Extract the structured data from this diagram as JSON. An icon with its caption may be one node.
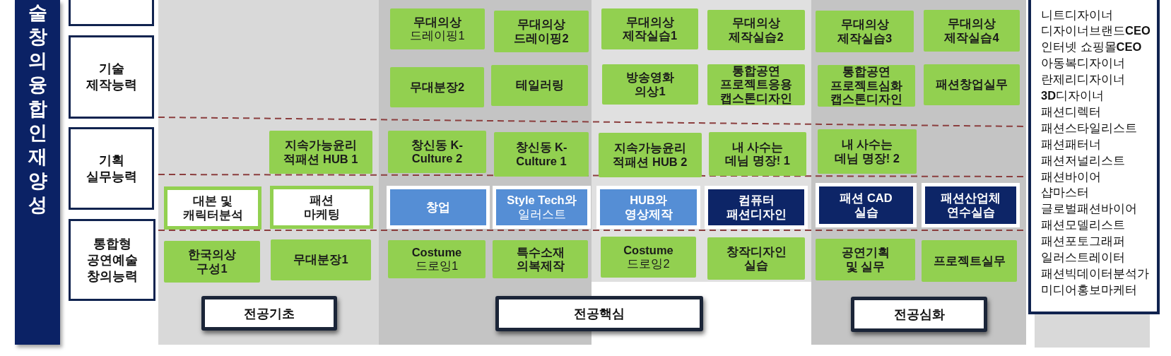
{
  "diagram": {
    "nodes": [
      {
        "text": [
          "술창의융합인재양성"
        ]
      },
      {
        "text": [],
        "shape": "box"
      },
      {
        "text": [
          "기술 제작능력"
        ]
      },
      {
        "text": [
          "기획 실무능력"
        ]
      },
      {
        "text": [
          "통합형 공연예술 창의능력"
        ]
      },
      {
        "text": [],
        "shape": "box"
      },
      {
        "text": [],
        "shape": "box"
      },
      {
        "text": [],
        "shape": "box"
      },
      {
        "text": [],
        "shape": "box"
      },
      {
        "text": [],
        "shape": "box"
      },
      {
        "text": [
          "**무대의상** 드레이핑1"
        ],
        "in": 6
      },
      {
        "text": [
          "무대의상 드레이핑2"
        ],
        "in": 6
      },
      {
        "text": [
          "무대의상 제작실습1"
        ],
        "in": 7
      },
      {
        "text": [
          "무대의상 제작실습2"
        ],
        "in": 7
      },
      {
        "text": [
          "무대의상 제작실습3"
        ],
        "in": 8
      },
      {
        "text": [
          "무대의상 제작실습4"
        ],
        "in": 8
      },
      {
        "text": [
          "무대분장2"
        ],
        "in": 6
      },
      {
        "text": [
          "테일러링"
        ],
        "in": 6
      },
      {
        "text": [
          "방송영화 의상1"
        ],
        "in": 7
      },
      {
        "text": [
          "통합공연 프로젝트응용 캡스톤디자인"
        ],
        "in": 7
      },
      {
        "text": [
          "통합공연 프로젝트심화 캡스톤디자인"
        ],
        "in": 8
      },
      {
        "text": [
          "패션창업실무"
        ],
        "in": 8
      },
      {
        "text": [
          "지속가능윤리 적패션 HUB 1"
        ],
        "in": 5
      },
      {
        "text": [
          "창신동 K-Culture 2"
        ],
        "in": 6
      },
      {
        "text": [
          "창신동 K-Culture 1"
        ],
        "in": 6
      },
      {
        "text": [
          "지속가능윤리 적패션 HUB 2"
        ],
        "in": 7
      },
      {
        "text": [
          "내 사수는 데님 명장! 1"
        ],
        "in": 7
      },
      {
        "text": [
          "내 사수는 데님 명장! 2"
        ],
        "in": 8
      },
      {
        "text": [
          "대본 및 캐릭터분석"
        ],
        "in": 5
      },
      {
        "text": [
          "패션 마케팅"
        ],
        "in": 5
      },
      {
        "text": [
          "창업"
        ],
        "in": 6
      },
      {
        "text": [
          "**Style Tech와** 일러스트"
        ],
        "in": 6
      },
      {
        "text": [
          "HUB와 영상제작"
        ],
        "in": 7
      },
      {
        "text": [
          "컴퓨터 패션디자인"
        ],
        "in": 7
      },
      {
        "text": [
          "패션 CAD 실습"
        ],
        "in": 8
      },
      {
        "text": [
          "패션산업체 연수실습"
        ],
        "in": 8
      },
      {
        "text": [
          "한국의상 구성1"
        ],
        "in": 5
      },
      {
        "text": [
          "무대분장1"
        ],
        "in": 5
      },
      {
        "text": [
          "**Costume** 드로잉1"
        ],
        "in": 6
      },
      {
        "text": [
          "특수소재 의복제작"
        ],
        "in": 6
      },
      {
        "text": [
          "**Costume** 드로잉2"
        ],
        "in": 7
      },
      {
        "text": [
          "창작디자인 실습"
        ],
        "in": 7
      },
      {
        "text": [
          "공연기획 및 실무"
        ],
        "in": 8
      },
      {
        "text": [
          "프로젝트실무"
        ],
        "in": 8
      },
      {
        "text": [
          "전공기초"
        ],
        "in": 5
      },
      {
        "text": [
          "전공핵심"
        ]
      },
      {
        "text": [
          "전공심화"
        ],
        "in": 8
      },
      {
        "text": [
          "니트디자이너",
          "디자이너브랜드**CEO**",
          "인터넷 쇼핑몰**CEO**",
          "아동복디자이너",
          "란제리디자이너",
          "**3D**디자이너",
          "패션디렉터",
          "패션스타일리스트",
          "패션패터너",
          "패션저널리스트",
          "패션바이어",
          "샵마스터",
          "글로벌패션바이어",
          "패션모델리스트",
          "패션포토그래퍼",
          "일러스트레이터",
          "패션빅데이터분석가",
          "미디어홍보마케터"
        ]
      }
    ]
  }
}
